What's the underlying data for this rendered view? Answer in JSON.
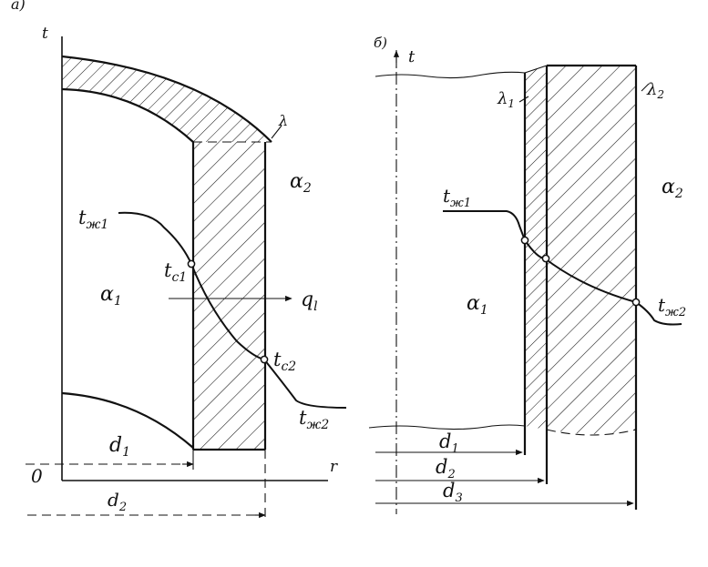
{
  "left": {
    "panel_letter": "а)",
    "axis_t": "t",
    "axis_r": "r",
    "origin": "0",
    "lambda": "λ",
    "alpha1": "α",
    "alpha1_sub": "1",
    "alpha2": "α",
    "alpha2_sub": "2",
    "t_fluid1": "t",
    "t_fluid1_sub": "ж1",
    "t_fluid2": "t",
    "t_fluid2_sub": "ж2",
    "t_wall1": "t",
    "t_wall1_sub": "c1",
    "t_wall2": "t",
    "t_wall2_sub": "c2",
    "heat_flux": "q",
    "heat_flux_sub": "l",
    "d1": "d",
    "d1_sub": "1",
    "d2": "d",
    "d2_sub": "2"
  },
  "right": {
    "panel_letter": "б)",
    "axis_t": "t",
    "lambda1": "λ",
    "lambda1_sub": "1",
    "lambda2": "λ",
    "lambda2_sub": "2",
    "alpha1": "α",
    "alpha1_sub": "1",
    "alpha2": "α",
    "alpha2_sub": "2",
    "t_fluid1": "t",
    "t_fluid1_sub": "ж1",
    "t_fluid2": "t",
    "t_fluid2_sub": "ж2",
    "d1": "d",
    "d1_sub": "1",
    "d2": "d",
    "d2_sub": "2",
    "d3": "d",
    "d3_sub": "3"
  }
}
